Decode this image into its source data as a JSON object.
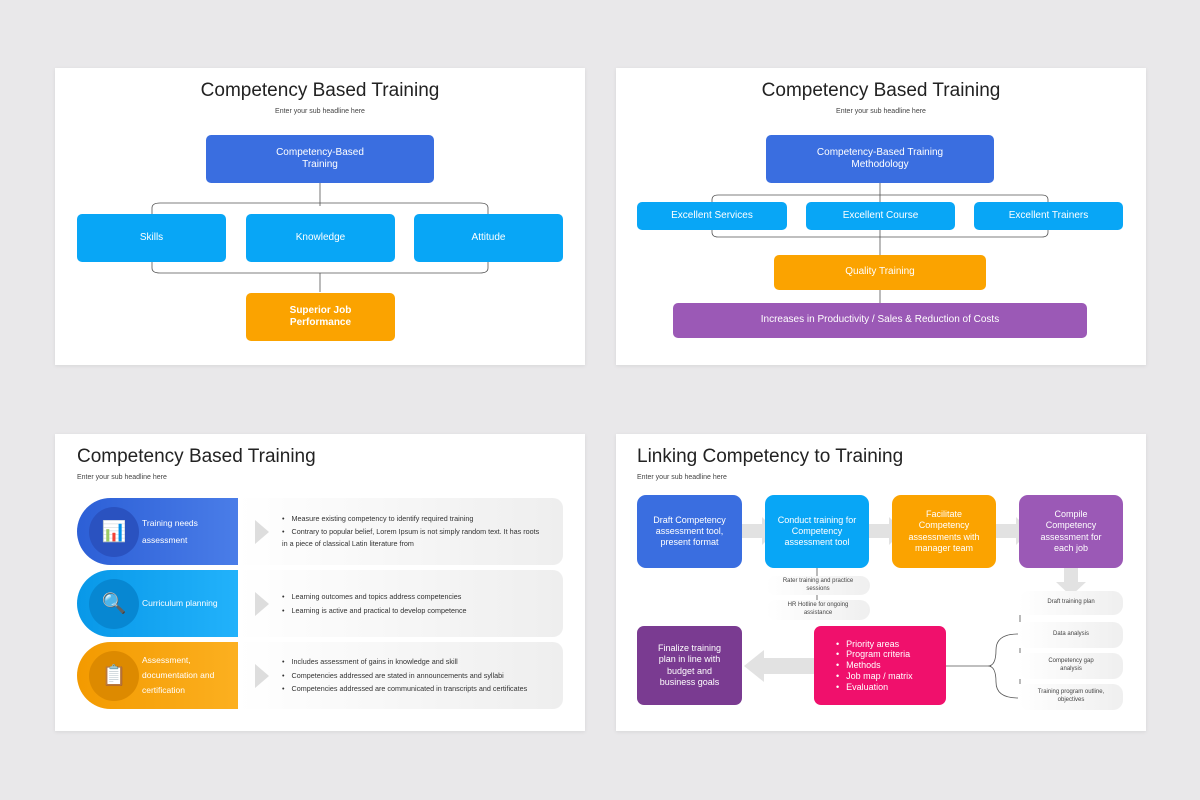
{
  "slide1": {
    "title": "Competency Based Training",
    "subtitle": "Enter your sub headline here",
    "top": "Competency-Based Training",
    "items": [
      "Skills",
      "Knowledge",
      "Attitude"
    ],
    "bottom": "Superior Job Performance"
  },
  "slide2": {
    "title": "Competency Based Training",
    "subtitle": "Enter your sub headline here",
    "top": "Competency-Based Training Methodology",
    "items": [
      "Excellent Services",
      "Excellent Course",
      "Excellent Trainers"
    ],
    "middle": "Quality Training",
    "bottom": "Increases in Productivity / Sales & Reduction of Costs"
  },
  "slide3": {
    "title": "Competency Based Training",
    "subtitle": "Enter your sub headline here",
    "rows": [
      {
        "label": "Training needs assessment",
        "icon": "analysis-icon",
        "bullets": [
          "Measure existing competency to identify required training",
          "Contrary to popular belief, Lorem Ipsum is not simply random text. It has roots in a piece of classical Latin literature from"
        ]
      },
      {
        "label": "Curriculum planning",
        "icon": "curriculum-icon",
        "bullets": [
          "Learning outcomes and topics address competencies",
          "Learning is active and practical to develop competence"
        ]
      },
      {
        "label": "Assessment, documentation and certification",
        "icon": "checklist-icon",
        "bullets": [
          "Includes assessment of gains in knowledge and skill",
          "Competencies addressed are stated in announcements and syllabi",
          "Competencies addressed are communicated in transcripts and certificates"
        ]
      }
    ]
  },
  "slide4": {
    "title": "Linking Competency to Training",
    "subtitle": "Enter your sub headline here",
    "steps": [
      "Draft Competency assessment tool, present format",
      "Conduct training for Competency assessment tool",
      "Facilitate Competency assessments with manager team",
      "Compile Competency assessment for each job"
    ],
    "training_notes": [
      "Rater training and practice sessions",
      "HR Hotline for ongoing assistance"
    ],
    "plan_steps": [
      "Draft training plan",
      "Data analysis",
      "Competency gap analysis",
      "Training program outline, objectives"
    ],
    "focus": [
      "Priority areas",
      "Program criteria",
      "Methods",
      "Job map / matrix",
      "Evaluation"
    ],
    "final": "Finalize training plan in line with budget and business goals"
  },
  "colors": {
    "blue": "#3a6ee0",
    "cyan": "#08a6f6",
    "orange": "#fba300",
    "purple": "#9b59b6",
    "pink": "#f0106c",
    "dark_purple": "#7a3b91"
  }
}
